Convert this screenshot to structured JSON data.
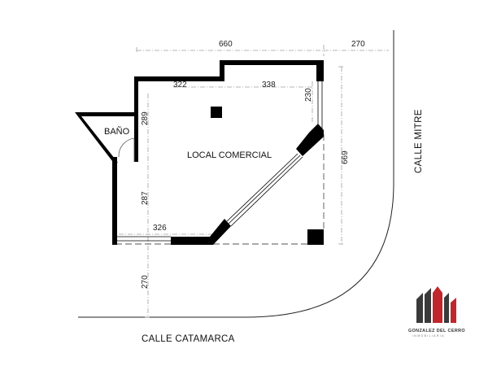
{
  "rooms": {
    "local": "LOCAL COMERCIAL",
    "bano": "BAÑO"
  },
  "streets": {
    "mitre": "CALLE MITRE",
    "catamarca": "CALLE CATAMARCA"
  },
  "dimensions": {
    "top_total": "660",
    "top_right": "270",
    "top_left_segment": "322",
    "top_right_segment": "338",
    "right_inner": "230",
    "right_total": "669",
    "left_upper": "289",
    "left_lower": "287",
    "bottom_segment": "326",
    "sidewalk": "270"
  },
  "logo": {
    "name": "GONZALEZ DEL CERRO",
    "tagline": "INMOBILIARIA",
    "colors": {
      "dark": "#3a3a3a",
      "accent": "#c0272d"
    }
  },
  "colors": {
    "wall": "#000000",
    "dimension_line": "#999999"
  }
}
